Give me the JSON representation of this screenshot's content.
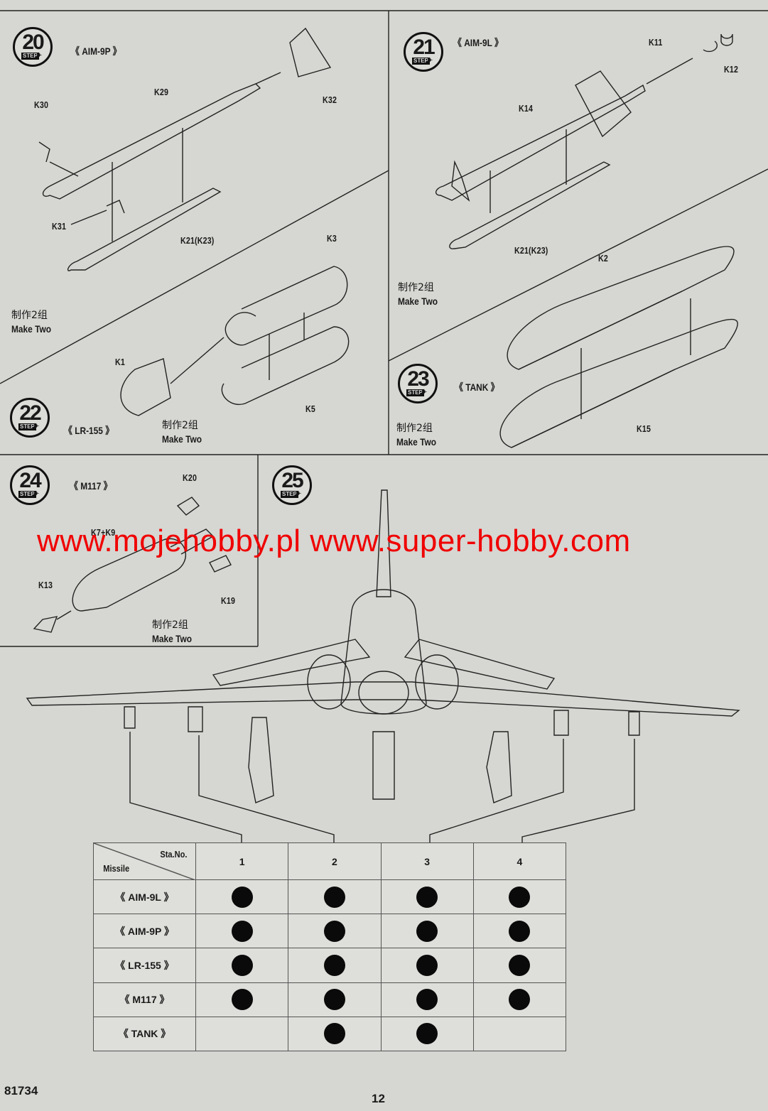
{
  "steps": {
    "s20": {
      "number": "20",
      "step_label": "STEP",
      "title": "《 AIM-9P 》"
    },
    "s21": {
      "number": "21",
      "step_label": "STEP",
      "title": "《 AIM-9L 》"
    },
    "s22": {
      "number": "22",
      "step_label": "STEP",
      "title": "《 LR-155 》"
    },
    "s23": {
      "number": "23",
      "step_label": "STEP",
      "title": "《 TANK 》"
    },
    "s24": {
      "number": "24",
      "step_label": "STEP",
      "title": "《 M117 》"
    },
    "s25": {
      "number": "25",
      "step_label": "STEP"
    }
  },
  "parts": {
    "k30": "K30",
    "k29": "K29",
    "k32": "K32",
    "k31": "K31",
    "k21_a": "K21(K23)",
    "k11": "K11",
    "k12": "K12",
    "k14": "K14",
    "k21_b": "K21(K23)",
    "k3": "K3",
    "k1": "K1",
    "k5": "K5",
    "k2": "K2",
    "k15": "K15",
    "k20": "K20",
    "k7k9": "K7+K9",
    "k13": "K13",
    "k19": "K19"
  },
  "notes": {
    "cn": "制作2组",
    "en": "Make Two"
  },
  "watermark": "www.mojehobby.pl www.super-hobby.com",
  "table": {
    "header_station": "Sta.No.",
    "header_missile": "Missile",
    "stations": [
      "1",
      "2",
      "3",
      "4"
    ],
    "rows": [
      {
        "name": "《 AIM-9L 》",
        "marks": [
          true,
          true,
          true,
          true
        ]
      },
      {
        "name": "《 AIM-9P 》",
        "marks": [
          true,
          true,
          true,
          true
        ]
      },
      {
        "name": "《 LR-155 》",
        "marks": [
          true,
          true,
          true,
          true
        ]
      },
      {
        "name": "《 M117 》",
        "marks": [
          true,
          true,
          true,
          true
        ]
      },
      {
        "name": "《 TANK 》",
        "marks": [
          false,
          true,
          true,
          false
        ]
      }
    ]
  },
  "footer": {
    "kit_number": "81734",
    "page_number": "12"
  }
}
